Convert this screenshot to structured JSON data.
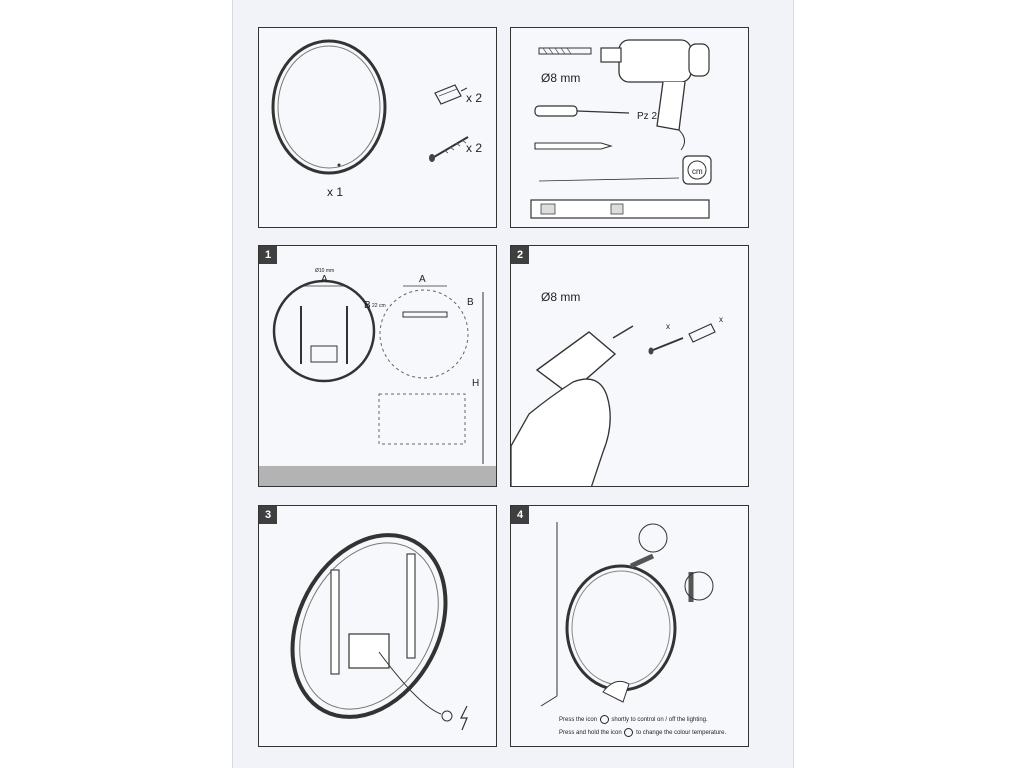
{
  "panel_a": {
    "qty_mirror": "x 1",
    "qty_plug": "x 2",
    "qty_screw": "x 2"
  },
  "panel_b": {
    "drill_size": "Ø8 mm",
    "screwdriver": "Pz 2",
    "tape_unit": "cm"
  },
  "step1": {
    "number": "1",
    "label_a_left": "A",
    "label_a_right": "A",
    "label_b_left": "B",
    "label_b_right": "B",
    "label_h": "H",
    "dim_top": "Ø10 mm",
    "dim_side": "22 cm"
  },
  "step2": {
    "number": "2",
    "drill_size": "Ø8 mm",
    "mark": "x"
  },
  "step3": {
    "number": "3"
  },
  "step4": {
    "number": "4",
    "note1_pre": "Press the icon",
    "note1_post": "shortly to control on / off the lighting.",
    "note2_pre": "Press and hold the icon",
    "note2_post": "to change the colour temperature."
  },
  "icons": [
    "mirror-icon",
    "wall-plug-icon",
    "screw-icon",
    "drill-bit-icon",
    "power-drill-icon",
    "screwdriver-icon",
    "pencil-icon",
    "tape-measure-icon",
    "spirit-level-icon",
    "hand-icon",
    "power-warning-icon",
    "touch-button-icon"
  ]
}
